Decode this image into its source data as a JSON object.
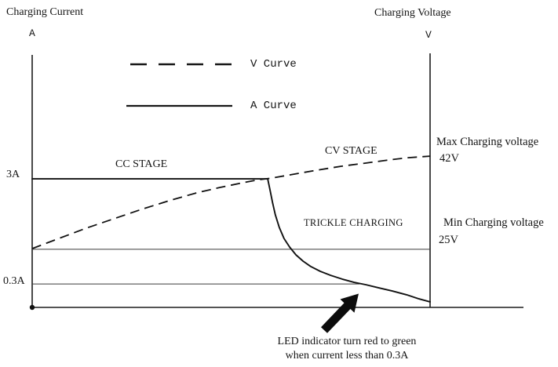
{
  "titles": {
    "left_axis": "Charging Current",
    "left_axis_unit": "A",
    "right_axis": "Charging Voltage",
    "right_axis_unit": "V"
  },
  "legend": {
    "v_curve": "V Curve",
    "a_curve": "A Curve"
  },
  "stages": {
    "cc": "CC STAGE",
    "cv": "CV STAGE",
    "trickle": "TRICKLE CHARGING"
  },
  "current_ticks": {
    "max": "3A",
    "min": "0.3A"
  },
  "voltage_notes": {
    "max_title": "Max Charging voltage",
    "max_value": "42V",
    "min_title": "Min Charging voltage",
    "min_value": "25V"
  },
  "annotation": {
    "line1": "LED indicator turn red to green",
    "line2": "when current less than 0.3A"
  },
  "colors": {
    "ink": "#141414",
    "curve": "#111111"
  },
  "chart_data": {
    "type": "line",
    "title": "Battery charging profile: charging current and charging voltage vs time",
    "left_axis": {
      "label": "Charging Current",
      "unit": "A",
      "tick_values": [
        3,
        0.3
      ]
    },
    "right_axis": {
      "label": "Charging Voltage",
      "unit": "V",
      "max_value": 42,
      "min_value": 25
    },
    "grid": false,
    "legend_position": "inside-top-left",
    "stages": [
      "CC STAGE",
      "CV STAGE",
      "TRICKLE CHARGING"
    ],
    "series": [
      {
        "name": "V Curve",
        "style": "dashed",
        "unit": "V",
        "start_value": 25,
        "end_value": 42,
        "points": [
          [
            0.0,
            0.233
          ],
          [
            0.067,
            0.273
          ],
          [
            0.136,
            0.314
          ],
          [
            0.205,
            0.351
          ],
          [
            0.274,
            0.388
          ],
          [
            0.343,
            0.422
          ],
          [
            0.412,
            0.453
          ],
          [
            0.471,
            0.475
          ],
          [
            0.531,
            0.494
          ],
          [
            0.57,
            0.506
          ],
          [
            0.602,
            0.512
          ],
          [
            0.659,
            0.528
          ],
          [
            0.718,
            0.544
          ],
          [
            0.777,
            0.559
          ],
          [
            0.836,
            0.571
          ],
          [
            0.896,
            0.584
          ],
          [
            0.945,
            0.593
          ],
          [
            1.0,
            0.599
          ]
        ]
      },
      {
        "name": "A Curve",
        "style": "solid",
        "unit": "A",
        "cc_value": 3,
        "led_threshold": 0.3,
        "points": [
          [
            0.0,
            0.509
          ],
          [
            0.592,
            0.509
          ],
          [
            0.598,
            0.463
          ],
          [
            0.604,
            0.416
          ],
          [
            0.611,
            0.367
          ],
          [
            0.621,
            0.317
          ],
          [
            0.633,
            0.273
          ],
          [
            0.647,
            0.239
          ],
          [
            0.663,
            0.208
          ],
          [
            0.681,
            0.183
          ],
          [
            0.7,
            0.162
          ],
          [
            0.724,
            0.143
          ],
          [
            0.75,
            0.127
          ],
          [
            0.779,
            0.112
          ],
          [
            0.809,
            0.099
          ],
          [
            0.838,
            0.09
          ],
          [
            0.87,
            0.078
          ],
          [
            0.905,
            0.065
          ],
          [
            0.941,
            0.05
          ],
          [
            0.972,
            0.034
          ],
          [
            1.0,
            0.022
          ]
        ]
      }
    ],
    "levels": [
      {
        "id": "min-voltage-25v",
        "y": 0.23,
        "x_from": 0,
        "x_to": 1.0
      },
      {
        "id": "current-0-3a",
        "y": 0.093,
        "x_from": 0,
        "x_to": 0.823
      }
    ],
    "annotations": [
      "CC STAGE",
      "CV STAGE",
      "TRICKLE CHARGING",
      "Max Charging voltage 42V",
      "Min Charging voltage 25V",
      "LED indicator turn red to green when current less than 0.3A"
    ]
  }
}
